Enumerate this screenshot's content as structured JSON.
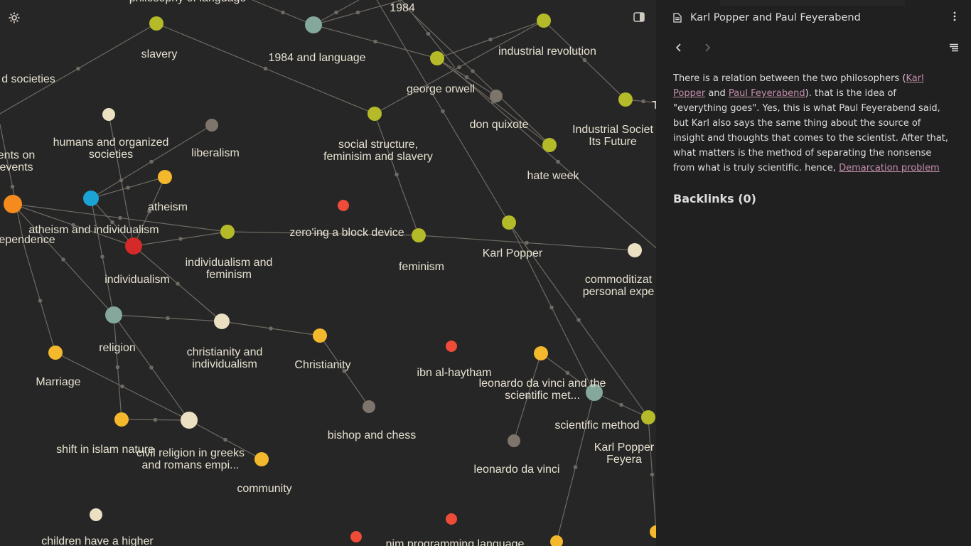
{
  "graph": {
    "colors": {
      "background": "#262626",
      "edge": "#6f6a63",
      "edge_dot": "#6f6a63",
      "label": "#e6e1d0"
    },
    "nodes": [
      {
        "id": "n_philosophy_language",
        "label": "philosophy of language",
        "color": "#b5bb28"
      },
      {
        "id": "n_slavery",
        "label": "slavery",
        "color": "#b5bb28"
      },
      {
        "id": "n_1984_language",
        "label": "1984 and language",
        "color": "#84a89b"
      },
      {
        "id": "n_1984",
        "label": "1984",
        "color": "#b5bb28"
      },
      {
        "id": "n_industrial_revolution",
        "label": "industrial revolution",
        "color": "#b5bb28"
      },
      {
        "id": "n_george_orwell",
        "label": "george orwell",
        "color": "#b5bb28"
      },
      {
        "id": "n_don_quixote",
        "label": "don quixote",
        "color": "#7d756c"
      },
      {
        "id": "n_industrial_society",
        "label": "Industrial Societ\nIts Future",
        "color": "#b5bb28"
      },
      {
        "id": "n_t",
        "label": "T",
        "color": "#b5bb28"
      },
      {
        "id": "n_hate_week",
        "label": "hate week",
        "color": "#b5bb28"
      },
      {
        "id": "n_social_structure",
        "label": "social structure,\nfeminisim and slavery",
        "color": "#b5bb28"
      },
      {
        "id": "n_societies",
        "label": "d societies",
        "color": "#b5bb28"
      },
      {
        "id": "n_humans_organized",
        "label": "humans and organized\nsocieties",
        "color": "#ece0c2"
      },
      {
        "id": "n_liberalism",
        "label": "liberalism",
        "color": "#7d756c"
      },
      {
        "id": "n_ents_on_events",
        "label": "ents on\nevents",
        "color": "#b5bb28"
      },
      {
        "id": "n_atheism",
        "label": "atheism",
        "color": "#f3b82c"
      },
      {
        "id": "n_cyan",
        "label": "",
        "color": "#1aa3d4"
      },
      {
        "id": "n_independence",
        "label": "ependence",
        "color": "#f58a1f"
      },
      {
        "id": "n_atheism_individualism",
        "label": "atheism and individualism",
        "color": "#b5bb28"
      },
      {
        "id": "n_individualism_feminism",
        "label": "individualism and\nfeminism",
        "color": "#b5bb28"
      },
      {
        "id": "n_individualism",
        "label": "individualism",
        "color": "#d42a29"
      },
      {
        "id": "n_zeroing",
        "label": "zero'ing a block device",
        "color": "#ee4b38"
      },
      {
        "id": "n_feminism",
        "label": "feminism",
        "color": "#b5bb28"
      },
      {
        "id": "n_karl_popper",
        "label": "Karl Popper",
        "color": "#b5bb28"
      },
      {
        "id": "n_commoditization",
        "label": "commoditizat\npersonal expe",
        "color": "#ece0c2"
      },
      {
        "id": "n_religion",
        "label": "religion",
        "color": "#84a89b"
      },
      {
        "id": "n_christianity_individualism",
        "label": "christianity and\nindividualism",
        "color": "#ece0c2"
      },
      {
        "id": "n_christianity",
        "label": "Christianity",
        "color": "#f3b82c"
      },
      {
        "id": "n_marriage",
        "label": "Marriage",
        "color": "#f3b82c"
      },
      {
        "id": "n_ibn_alhaytham",
        "label": "ibn al-haytham",
        "color": "#ee4b38"
      },
      {
        "id": "n_leonardo_scientific",
        "label": "leonardo da vinci and the\nscientific met...",
        "color": "#f3b82c"
      },
      {
        "id": "n_scientific_method",
        "label": "scientific method",
        "color": "#84a89b"
      },
      {
        "id": "n_kp_feyerabend",
        "label": "Karl Popper\nFeyera",
        "color": "#b5bb28"
      },
      {
        "id": "n_bishop_chess",
        "label": "bishop and chess",
        "color": "#7d756c"
      },
      {
        "id": "n_leonardo",
        "label": "leonardo da vinci",
        "color": "#7d756c"
      },
      {
        "id": "n_shift_islam",
        "label": "shift in islam nature",
        "color": "#f3b82c"
      },
      {
        "id": "n_civil_religion",
        "label": "civil religion in greeks\nand romans empi...",
        "color": "#ece0c2"
      },
      {
        "id": "n_community",
        "label": "community",
        "color": "#f3b82c"
      },
      {
        "id": "n_children",
        "label": "children have a higher",
        "color": "#ece0c2"
      },
      {
        "id": "n_nim",
        "label": "nim programming language",
        "color": "#ee4b38"
      },
      {
        "id": "n_red_bottom",
        "label": "",
        "color": "#ee4b38"
      },
      {
        "id": "n_yellow_bottom",
        "label": "",
        "color": "#f3b82c"
      },
      {
        "id": "n_yellow_edge",
        "label": "",
        "color": "#f3b82c"
      }
    ]
  },
  "toolbar": {
    "settings_icon": "gear-icon",
    "sidebar_toggle_icon": "sidebar-toggle-icon"
  },
  "note": {
    "title": "Karl Popper and Paul Feyerabend",
    "doc_icon": "document-icon",
    "more_icon": "more-vertical-icon",
    "back_icon": "chevron-left-icon",
    "forward_icon": "chevron-right-icon",
    "outline_icon": "outline-icon",
    "body": {
      "t1": "There is a relation between the two philosophers (",
      "link1": "Karl Popper",
      "t2": " and ",
      "link2": "Paul Feyerabend",
      "t3": "). that is the idea of \"everything goes\". Yes, this is what Paul Feyerabend said, but Karl also says the same thing about the source of insight and thoughts that comes to the scientist. After that, what matters is the method of separating the nonsense from what is truly scientific. hence, ",
      "link3": "Demarcation problem"
    },
    "backlinks_label": "Backlinks (0)",
    "link_color": "#c48dab"
  }
}
